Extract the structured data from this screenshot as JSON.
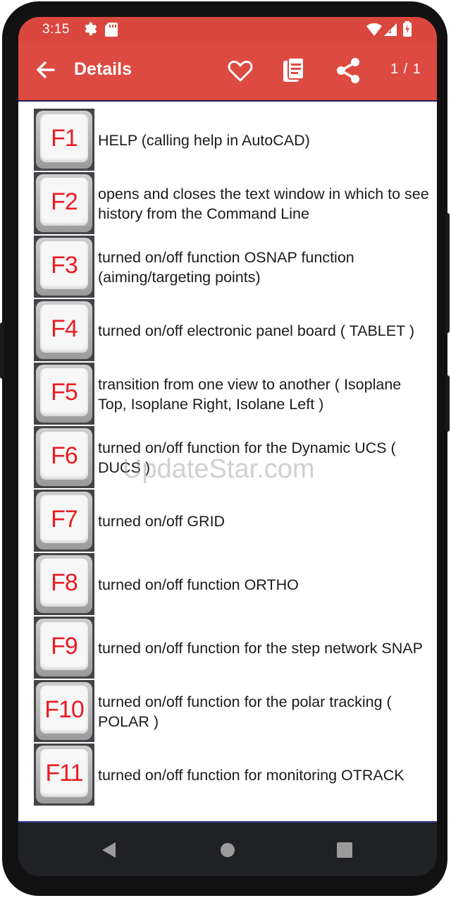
{
  "status_bar": {
    "time": "3:15",
    "icons": [
      "settings-icon",
      "sd-card-icon",
      "wifi-icon",
      "signal-icon",
      "battery-icon"
    ]
  },
  "app_bar": {
    "title": "Details",
    "page_counter": "1 / 1",
    "icons": [
      "back-arrow-icon",
      "heart-icon",
      "copy-icon",
      "share-icon"
    ],
    "color": "#dc4a41"
  },
  "watermark": "UpdateStar.com",
  "keys": [
    {
      "key": "F1",
      "description": "HELP  (calling help in AutoCAD)"
    },
    {
      "key": "F2",
      "description": "opens and closes the text window in which to see history from the Command Line"
    },
    {
      "key": "F3",
      "description": "turned on/off function OSNAP function (aiming/targeting points)"
    },
    {
      "key": "F4",
      "description": "turned on/off electronic panel board ( TABLET )"
    },
    {
      "key": "F5",
      "description": "transition from one view to another ( Isoplane Top, Isoplane Right, Isolane Left )"
    },
    {
      "key": "F6",
      "description": "turned on/off function for the Dynamic UCS ( DUCS )"
    },
    {
      "key": "F7",
      "description": "turned on/off GRID"
    },
    {
      "key": "F8",
      "description": "turned on/off function ORTHO"
    },
    {
      "key": "F9",
      "description": "turned on/off function for the step network SNAP"
    },
    {
      "key": "F10",
      "description": "turned on/off function for the polar tracking ( POLAR )"
    },
    {
      "key": "F11",
      "description": "turned on/off function for monitoring OTRACK"
    }
  ],
  "nav_bar": {
    "icons": [
      "back-triangle-icon",
      "home-circle-icon",
      "recents-square-icon"
    ]
  }
}
